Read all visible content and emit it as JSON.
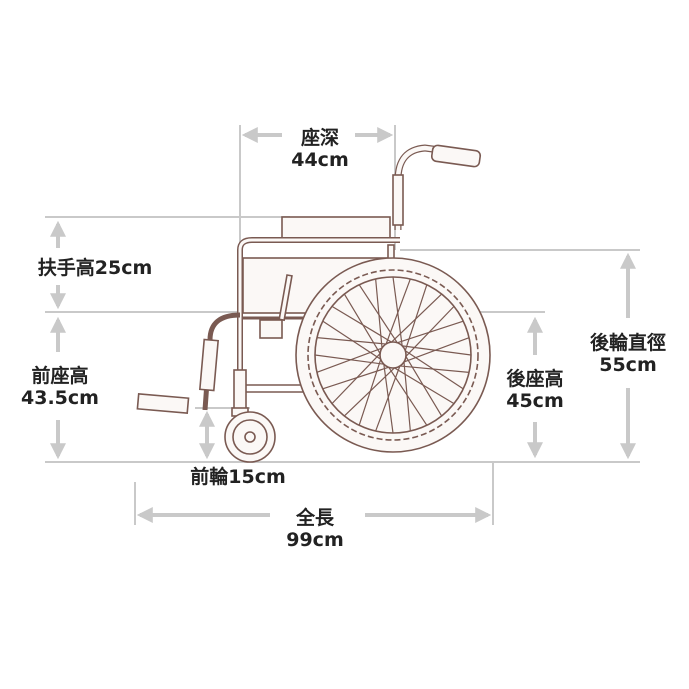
{
  "colors": {
    "guide": "#c9c9c9",
    "frame": "#7a5a52",
    "fill": "#fbf8f6",
    "text": "#222222"
  },
  "dimensions": {
    "seat_depth": {
      "label": "座深",
      "value": "44cm"
    },
    "armrest_height": {
      "label": "扶手高",
      "value": "25cm"
    },
    "front_seat_height": {
      "label": "前座高",
      "value": "43.5cm"
    },
    "rear_seat_height": {
      "label": "後座高",
      "value": "45cm"
    },
    "rear_wheel_diameter": {
      "label": "後輪直徑",
      "value": "55cm"
    },
    "front_wheel": {
      "label": "前輪",
      "value": "15cm"
    },
    "total_length": {
      "label": "全長",
      "value": "99cm"
    }
  }
}
